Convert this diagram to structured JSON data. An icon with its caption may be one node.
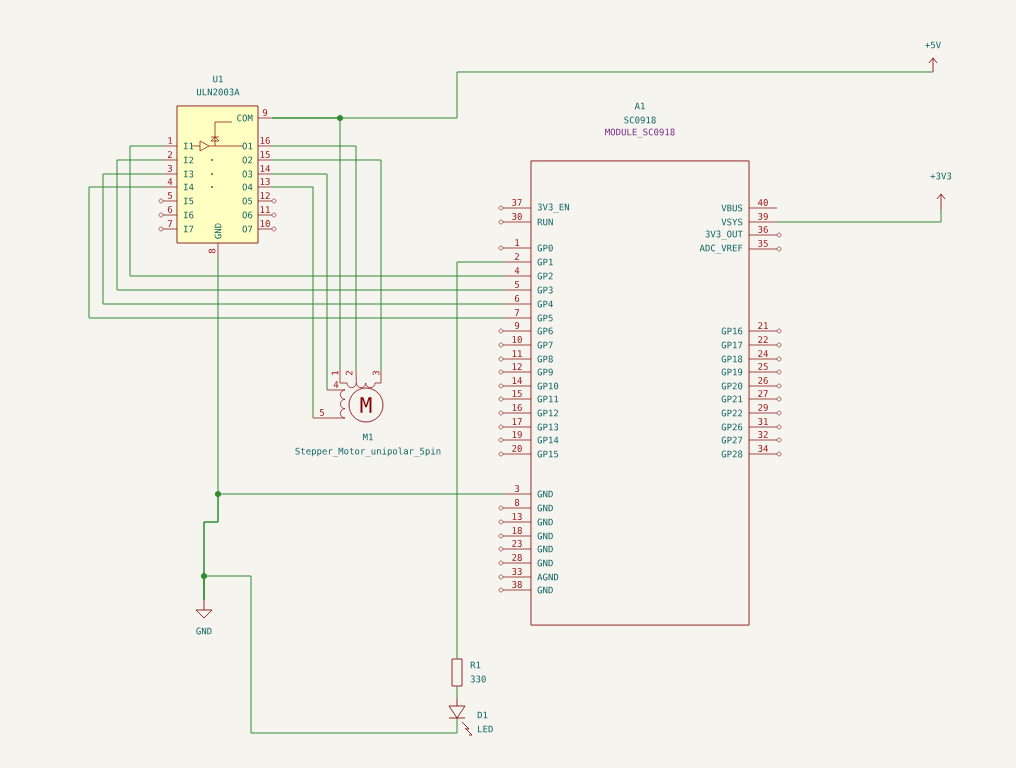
{
  "diagram": {
    "nodes": [
      {
        "text": [
          "U1",
          "ULN2003A"
        ]
      },
      {
        "text": [
          "M1",
          "Stepper_Motor_unipolar_5pin"
        ]
      },
      {
        "text": [
          "A1",
          "SC0918",
          "MODULE_SC0918"
        ]
      },
      {
        "text": [
          "R1",
          "330"
        ]
      },
      {
        "text": [
          "D1",
          "LED"
        ]
      },
      {
        "text": [
          "+5V"
        ]
      },
      {
        "text": [
          "+3V3"
        ]
      },
      {
        "text": [
          "GND"
        ]
      }
    ],
    "edges": [
      {
        "from": 0,
        "to": 5,
        "arrow": "none"
      },
      {
        "from": 0,
        "to": 1,
        "arrow": "none"
      },
      {
        "from": 0,
        "to": 1,
        "arrow": "none"
      },
      {
        "from": 0,
        "to": 1,
        "arrow": "none"
      },
      {
        "from": 0,
        "to": 1,
        "arrow": "none"
      },
      {
        "from": 0,
        "to": 1,
        "arrow": "none"
      },
      {
        "from": 2,
        "to": 0,
        "arrow": "none"
      },
      {
        "from": 2,
        "to": 0,
        "arrow": "none"
      },
      {
        "from": 2,
        "to": 0,
        "arrow": "none"
      },
      {
        "from": 2,
        "to": 0,
        "arrow": "none"
      },
      {
        "from": 2,
        "to": 3,
        "arrow": "none"
      },
      {
        "from": 3,
        "to": 4,
        "arrow": "none"
      },
      {
        "from": 0,
        "to": 7,
        "arrow": "none"
      },
      {
        "from": 2,
        "to": 7,
        "arrow": "none"
      },
      {
        "from": 4,
        "to": 7,
        "arrow": "none"
      },
      {
        "from": 2,
        "to": 6,
        "arrow": "none"
      }
    ],
    "labels": [
      "9",
      "COM",
      "1",
      "I1",
      "2",
      "I2",
      "3",
      "I3",
      "4",
      "I4",
      "5",
      "I5",
      "6",
      "I6",
      "7",
      "I7",
      "16",
      "O1",
      "15",
      "O2",
      "14",
      "O3",
      "13",
      "O4",
      "12",
      "O5",
      "11",
      "O6",
      "10",
      "O7",
      "8",
      "GND",
      "1",
      "2",
      "3",
      "4",
      "5",
      "M",
      "37",
      "3V3_EN",
      "30",
      "RUN",
      "1",
      "GP0",
      "2",
      "GP1",
      "4",
      "GP2",
      "5",
      "GP3",
      "6",
      "GP4",
      "7",
      "GP5",
      "9",
      "GP6",
      "10",
      "GP7",
      "11",
      "GP8",
      "12",
      "GP9",
      "14",
      "GP10",
      "15",
      "GP11",
      "16",
      "GP12",
      "17",
      "GP13",
      "19",
      "GP14",
      "20",
      "GP15",
      "3",
      "GND",
      "8",
      "GND",
      "13",
      "GND",
      "18",
      "GND",
      "23",
      "GND",
      "28",
      "GND",
      "33",
      "AGND",
      "38",
      "GND",
      "40",
      "VBUS",
      "39",
      "VSYS",
      "36",
      "3V3_OUT",
      "35",
      "ADC_VREF",
      "21",
      "GP16",
      "22",
      "GP17",
      "24",
      "GP18",
      "25",
      "GP19",
      "26",
      "GP20",
      "27",
      "GP21",
      "29",
      "GP22",
      "31",
      "GP26",
      "32",
      "GP27",
      "34",
      "GP28"
    ]
  }
}
